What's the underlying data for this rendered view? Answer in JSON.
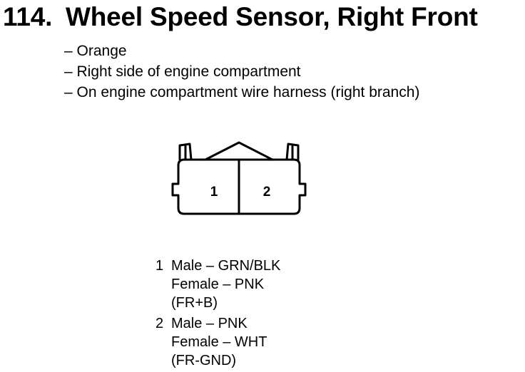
{
  "heading": {
    "number": "114.",
    "title": "Wheel Speed Sensor, Right Front"
  },
  "notes": [
    "– Orange",
    "– Right side of engine compartment",
    "– On engine compartment wire harness (right branch)"
  ],
  "connector": {
    "cavity_labels": [
      "1",
      "2"
    ]
  },
  "pins": [
    {
      "number": "1",
      "male": "Male – GRN/BLK",
      "female": "Female – PNK",
      "function": "(FR+B)"
    },
    {
      "number": "2",
      "male": "Male – PNK",
      "female": "Female – WHT",
      "function": "(FR-GND)"
    }
  ]
}
